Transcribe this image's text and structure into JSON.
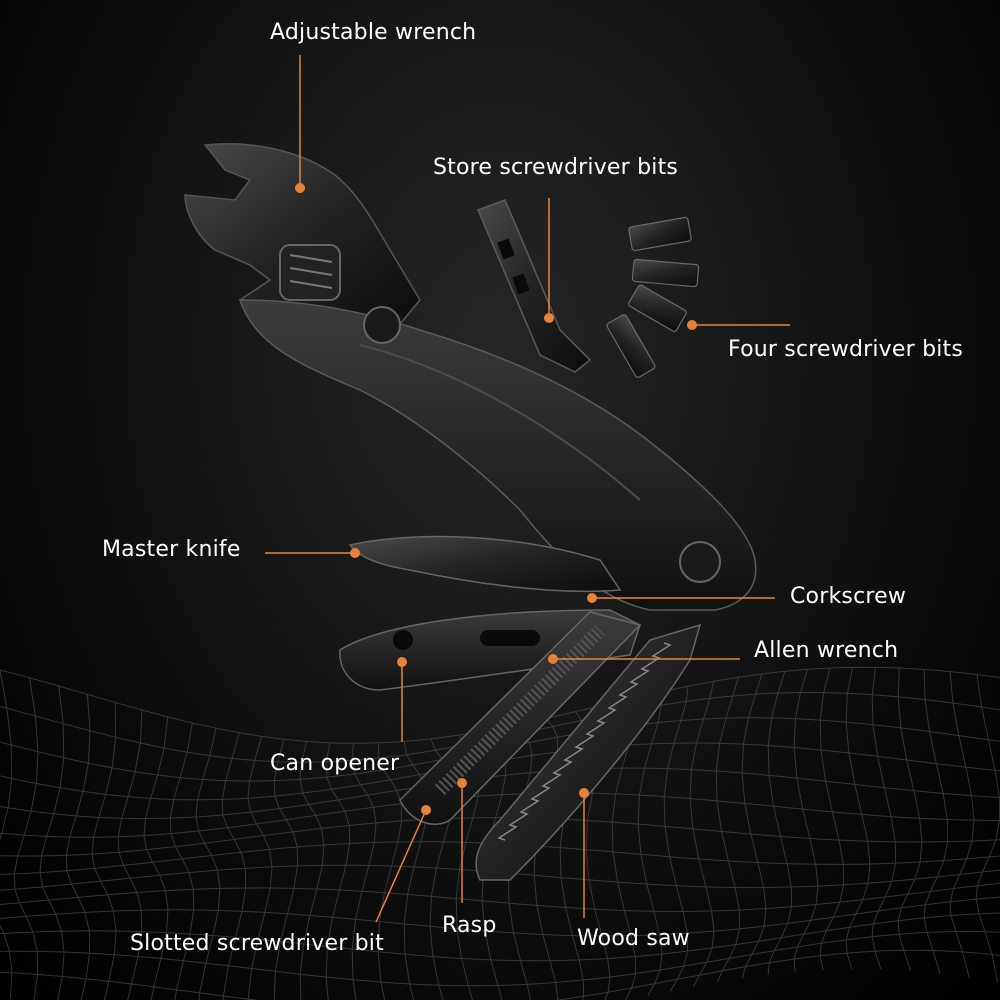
{
  "accent_color": "#e8823a",
  "labels": {
    "adjustable_wrench": "Adjustable wrench",
    "store_bits": "Store screwdriver bits",
    "four_bits": "Four screwdriver bits",
    "master_knife": "Master knife",
    "corkscrew": "Corkscrew",
    "allen_wrench": "Allen wrench",
    "can_opener": "Can opener",
    "slotted_bit": "Slotted screwdriver bit",
    "rasp": "Rasp",
    "wood_saw": "Wood saw"
  }
}
